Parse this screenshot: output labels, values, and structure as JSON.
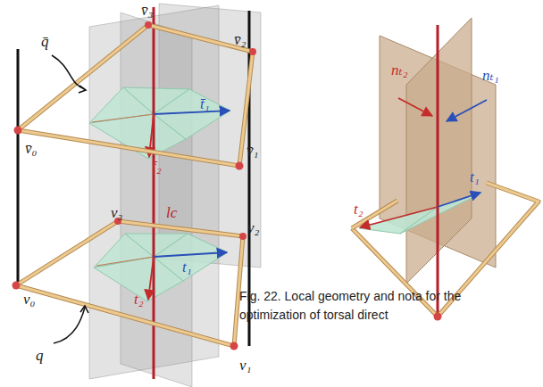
{
  "diagram": {
    "caption": "Fig. 22. Local geometry and nota for the optimization of torsal direct",
    "labels": [
      "v̄₃",
      "v̄₂",
      "q̄",
      "t̄₁",
      "v̄₀",
      "t̄₂",
      "v̄₁",
      "lc",
      "v₃",
      "v₂",
      "t₁",
      "v₀",
      "t₂",
      "q",
      "v₁",
      "nₜ₂",
      "nₜ₁",
      "t₂",
      "t₁"
    ]
  }
}
